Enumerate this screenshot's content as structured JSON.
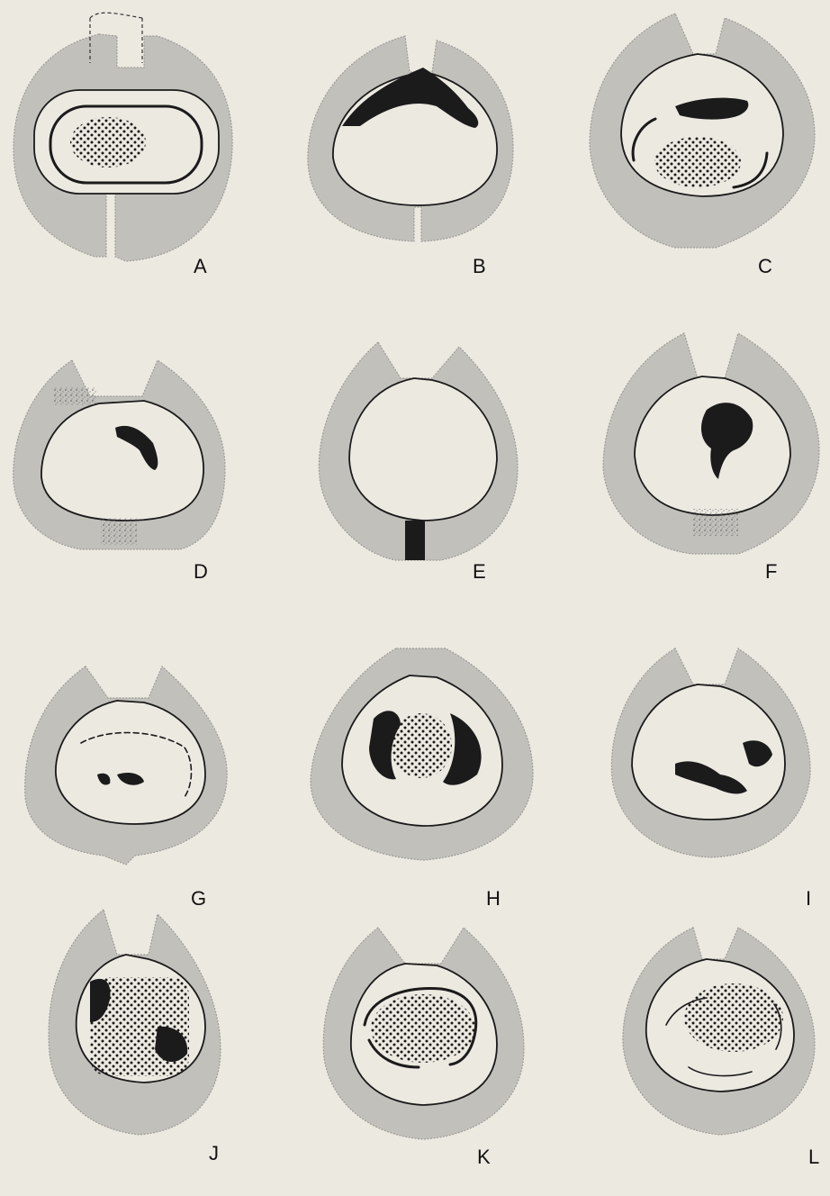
{
  "panels": [
    {
      "id": "A",
      "label": "A"
    },
    {
      "id": "B",
      "label": "B"
    },
    {
      "id": "C",
      "label": "C"
    },
    {
      "id": "D",
      "label": "D"
    },
    {
      "id": "E",
      "label": "E"
    },
    {
      "id": "F",
      "label": "F"
    },
    {
      "id": "G",
      "label": "G"
    },
    {
      "id": "H",
      "label": "H"
    },
    {
      "id": "I",
      "label": "I"
    },
    {
      "id": "J",
      "label": "J"
    },
    {
      "id": "K",
      "label": "K"
    },
    {
      "id": "L",
      "label": "L"
    }
  ],
  "colors": {
    "paper": "#ece9e1",
    "wall": "#c2c0bb",
    "ink": "#1b1b1b"
  }
}
